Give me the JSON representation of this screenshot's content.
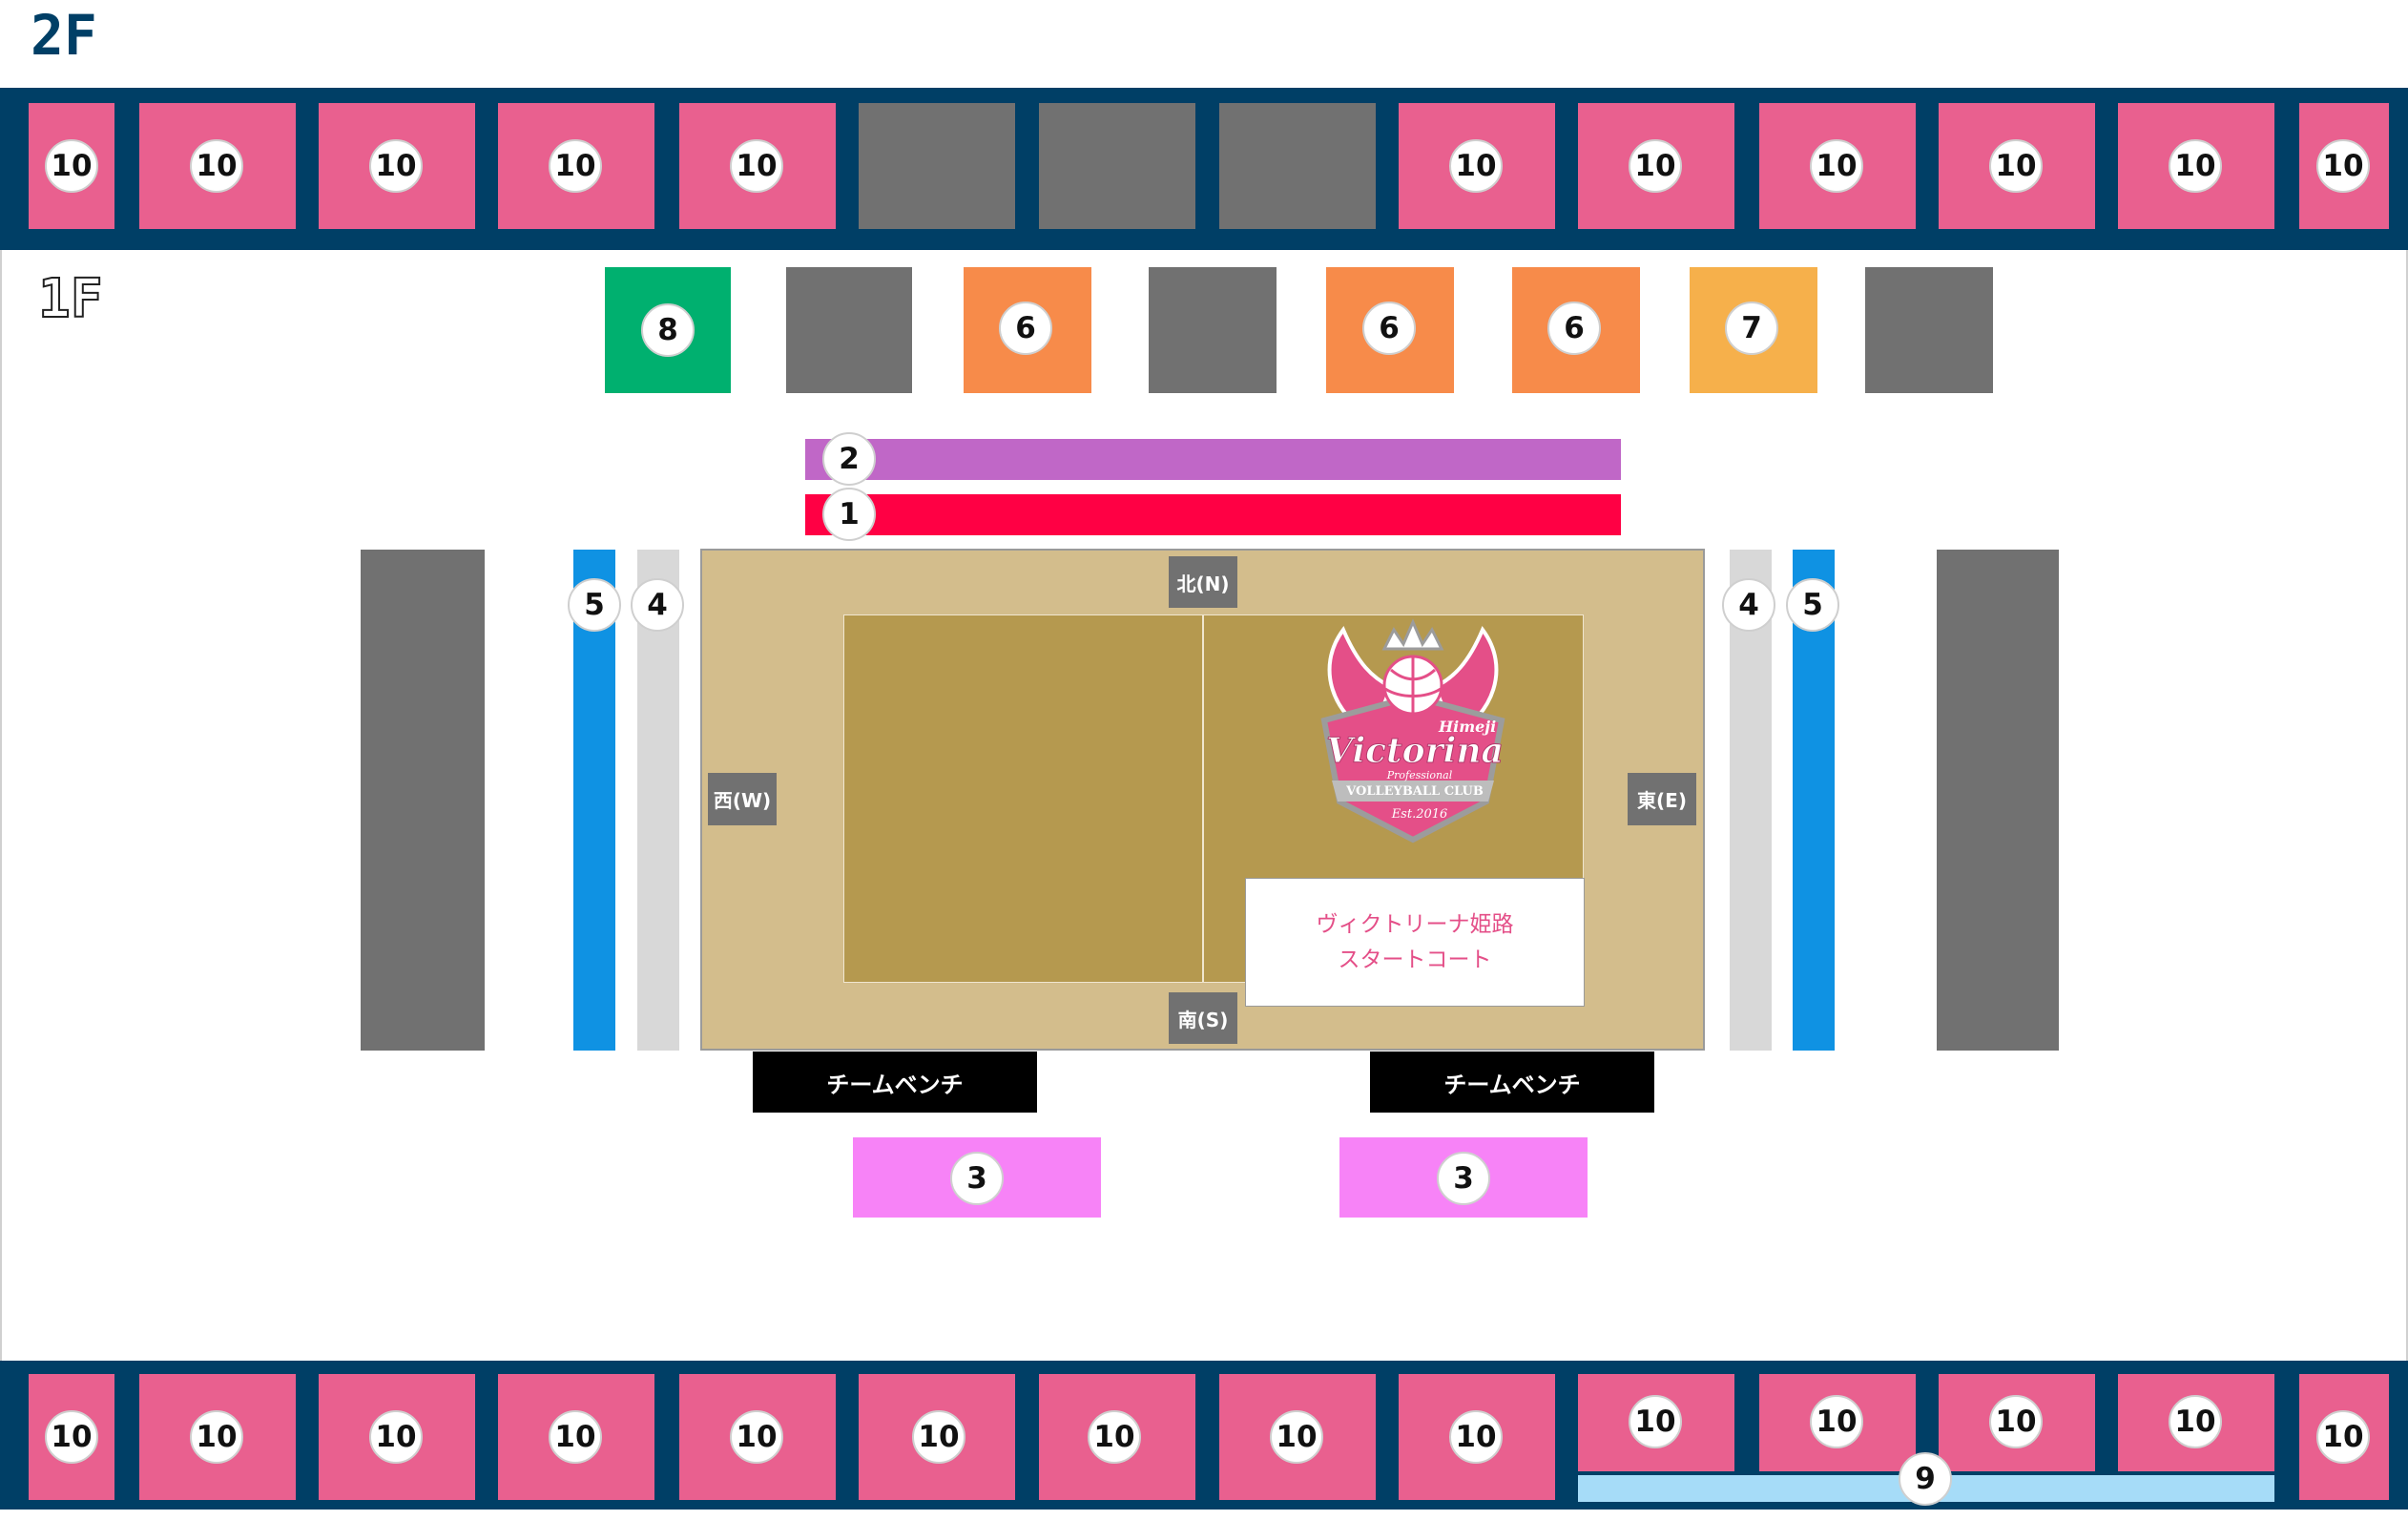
{
  "floors": {
    "upper": "2F",
    "lower": "1F"
  },
  "colors": {
    "band": "#003f66",
    "seat10": "#e9608f",
    "gray": "#717171",
    "green8": "#00b06f",
    "orange6": "#f78b4a",
    "yellow7": "#f6b04b",
    "purple2": "#c067c7",
    "red1": "#ff0044",
    "blue5": "#0f92e3",
    "lightgray4": "#d8d8d8",
    "pink3": "#f783f7",
    "lightblue9": "#a6dcf8",
    "court_outer": "#d3bd8c",
    "court_inner": "#b5994f",
    "logo_pink": "#e44f88",
    "bench_black": "#000000"
  },
  "badges": {
    "b1": "1",
    "b2": "2",
    "b3": "3",
    "b4": "4",
    "b5": "5",
    "b6": "6",
    "b7": "7",
    "b8": "8",
    "b9": "9",
    "b10": "10"
  },
  "directions": {
    "north": "北(N)",
    "south": "南(S)",
    "west": "西(W)",
    "east": "東(E)"
  },
  "bench": "チームベンチ",
  "start_court": {
    "line1": "ヴィクトリーナ姫路",
    "line2": "スタートコート"
  },
  "logo": {
    "city": "Himeji",
    "name": "Victorina",
    "professional": "Professional",
    "club": "VOLLEYBALL CLUB",
    "est": "Est.2016"
  }
}
